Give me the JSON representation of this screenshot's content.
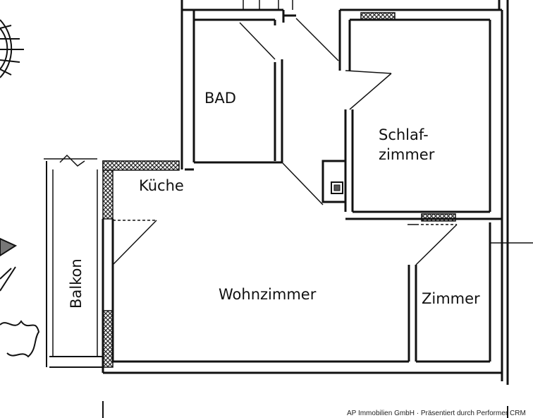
{
  "rooms": {
    "bad": "BAD",
    "kueche": "Küche",
    "schlaf_line1": "Schlaf-",
    "schlaf_line2": "zimmer",
    "balkon": "Balkon",
    "wohnzimmer": "Wohnzimmer",
    "zimmer": "Zimmer"
  },
  "footer": {
    "credit": "AP Immobilien GmbH · Präsentiert durch Performer CRM"
  },
  "colors": {
    "ink": "#111111",
    "paper": "#ffffff",
    "hatch": "#333333"
  }
}
